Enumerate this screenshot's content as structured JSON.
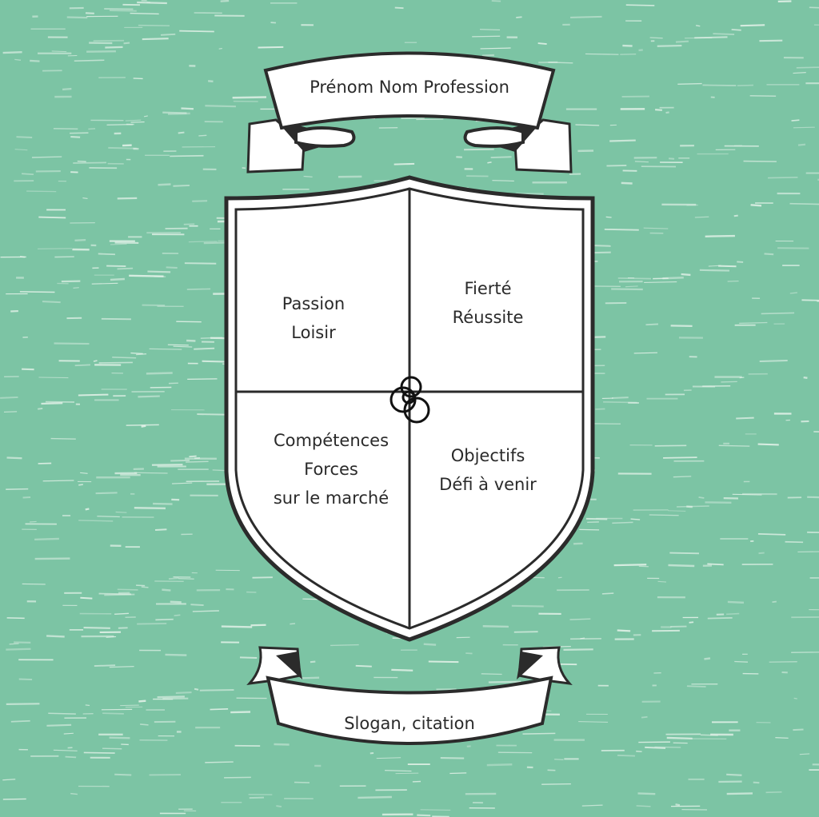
{
  "colors": {
    "background": "#7cc4a4",
    "ink": "#2b2b2b",
    "paper": "#ffffff"
  },
  "top_banner": {
    "text": "Prénom Nom Profession"
  },
  "bottom_banner": {
    "text": "Slogan, citation"
  },
  "quadrants": {
    "top_left": [
      "Passion",
      "Loisir"
    ],
    "top_right": [
      "Fierté",
      "Réussite"
    ],
    "bottom_left": [
      "Compétences",
      "Forces",
      "sur le marché"
    ],
    "bottom_right": [
      "Objectifs",
      "Défi à venir"
    ]
  },
  "center_icon": "interlocking-rings-icon"
}
